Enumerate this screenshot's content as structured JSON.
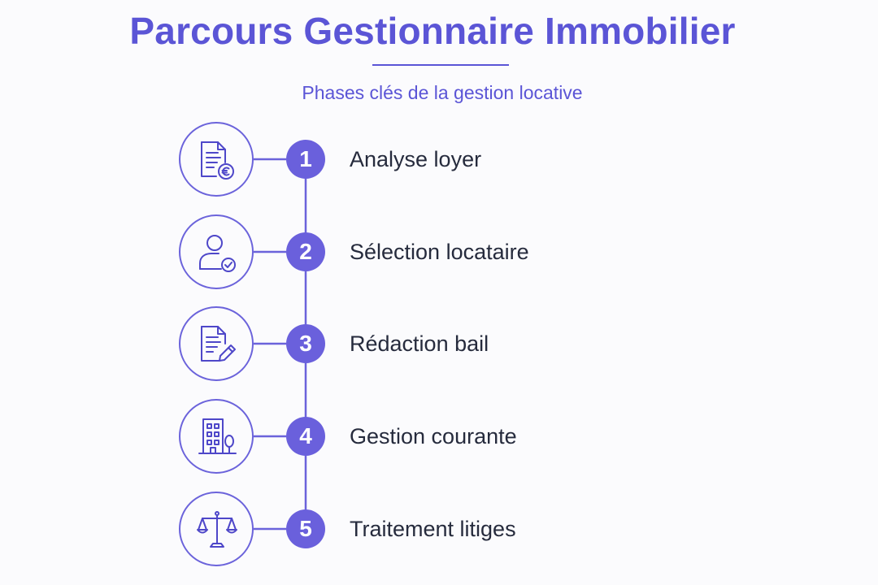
{
  "title": "Parcours Gestionnaire Immobilier",
  "subtitle": "Phases clés de la gestion locative",
  "colors": {
    "accent": "#5b55d6",
    "badge": "#6a60dc",
    "text": "#262b3d",
    "background": "#fbfbfd"
  },
  "steps": [
    {
      "number": "1",
      "label": "Analyse loyer",
      "icon": "document-euro-icon"
    },
    {
      "number": "2",
      "label": "Sélection locataire",
      "icon": "user-check-icon"
    },
    {
      "number": "3",
      "label": "Rédaction bail",
      "icon": "document-pen-icon"
    },
    {
      "number": "4",
      "label": "Gestion courante",
      "icon": "building-tree-icon"
    },
    {
      "number": "5",
      "label": "Traitement litiges",
      "icon": "scales-icon"
    }
  ]
}
